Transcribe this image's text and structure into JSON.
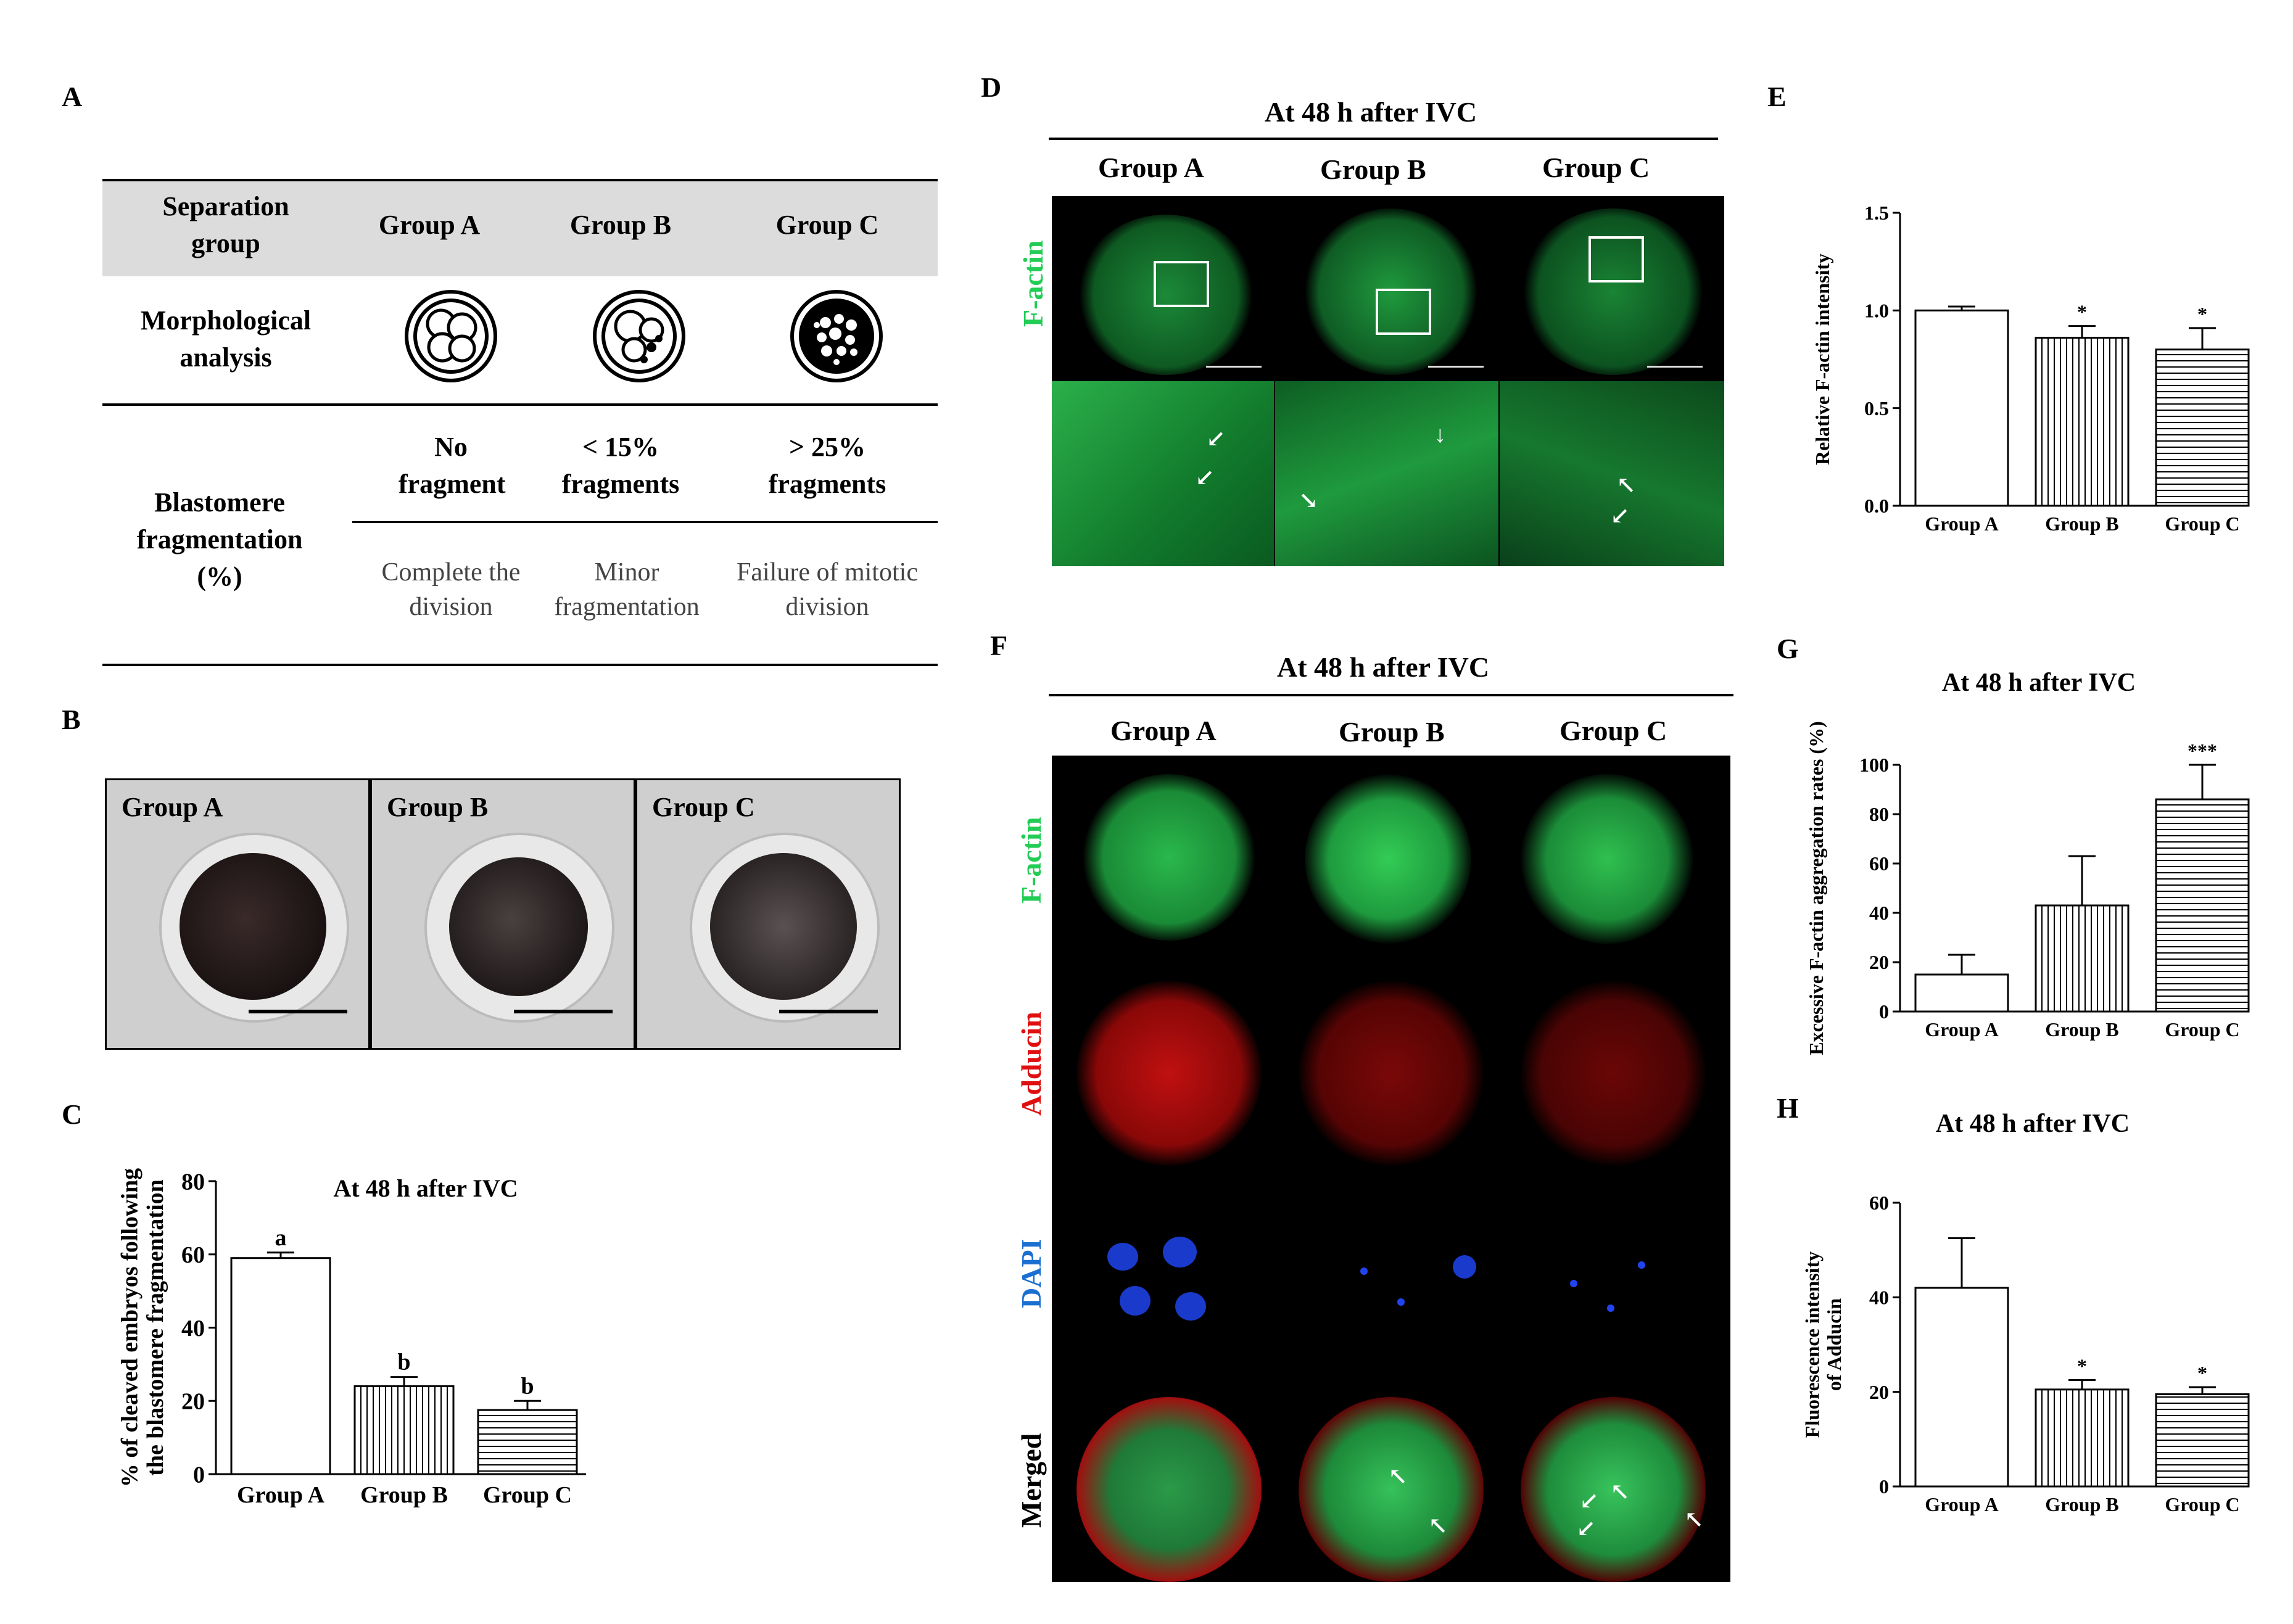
{
  "panels": {
    "A": "A",
    "B": "B",
    "C": "C",
    "D": "D",
    "E": "E",
    "F": "F",
    "G": "G",
    "H": "H"
  },
  "tableA": {
    "header": {
      "col0": "Separation group",
      "groupA": "Group A",
      "groupB": "Group B",
      "groupC": "Group C"
    },
    "morph_label": "Morphological analysis",
    "frag_label": "Blastomere fragmentation (%)",
    "frag": {
      "a": "No fragment",
      "b": "< 15% fragments",
      "c": "> 25% fragments"
    },
    "desc": {
      "a": "Complete the division",
      "b": "Minor fragmentation",
      "c": "Failure of mitotic division"
    }
  },
  "panelB": {
    "labels": [
      "Group A",
      "Group B",
      "Group C"
    ]
  },
  "panelD": {
    "title": "At 48 h after IVC",
    "groups": [
      "Group A",
      "Group B",
      "Group C"
    ],
    "row_label": "F-actin",
    "colors": {
      "green": "#22cc55"
    }
  },
  "panelF": {
    "title": "At 48 h after IVC",
    "groups": [
      "Group A",
      "Group B",
      "Group C"
    ],
    "rows": [
      "F-actin",
      "Adducin",
      "DAPI",
      "Merged"
    ],
    "row_colors": [
      "#22cc55",
      "#e01010",
      "#1a6fd0",
      "#000000"
    ]
  },
  "chart_data": [
    {
      "id": "C",
      "type": "bar",
      "title": "At 48 h after IVC",
      "categories": [
        "Group A",
        "Group B",
        "Group C"
      ],
      "values": [
        59,
        24,
        17.5
      ],
      "errors": [
        1.5,
        2.5,
        2.5
      ],
      "sig": [
        "a",
        "b",
        "b"
      ],
      "ylabel": "% of cleaved embryos following the blastomere fragmentation",
      "ylim": [
        0,
        80
      ],
      "yticks": [
        0,
        20,
        40,
        60,
        80
      ]
    },
    {
      "id": "E",
      "type": "bar",
      "title": "",
      "categories": [
        "Group A",
        "Group B",
        "Group C"
      ],
      "values": [
        1.0,
        0.86,
        0.8
      ],
      "errors": [
        0.02,
        0.06,
        0.11
      ],
      "sig": [
        "",
        "*",
        "*"
      ],
      "ylabel": "Relative F-actin intensity",
      "ylim": [
        0,
        1.5
      ],
      "yticks": [
        "0.0",
        "0.5",
        "1.0",
        "1.5"
      ]
    },
    {
      "id": "G",
      "type": "bar",
      "title": "At 48 h after IVC",
      "categories": [
        "Group A",
        "Group B",
        "Group C"
      ],
      "values": [
        15,
        43,
        86
      ],
      "errors": [
        8,
        20,
        14
      ],
      "sig": [
        "",
        "",
        "***"
      ],
      "ylabel": "Excessive F-actin aggregation rates (%)",
      "ylim": [
        0,
        100
      ],
      "yticks": [
        0,
        20,
        40,
        60,
        80,
        100
      ]
    },
    {
      "id": "H",
      "type": "bar",
      "title": "At 48 h after IVC",
      "categories": [
        "Group A",
        "Group B",
        "Group C"
      ],
      "values": [
        42,
        20.5,
        19.5
      ],
      "errors": [
        10.5,
        2,
        1.5
      ],
      "sig": [
        "",
        "*",
        "*"
      ],
      "ylabel": "Fluorescence intensity of Adducin",
      "ylim": [
        0,
        60
      ],
      "yticks": [
        0,
        20,
        40,
        60
      ]
    }
  ]
}
